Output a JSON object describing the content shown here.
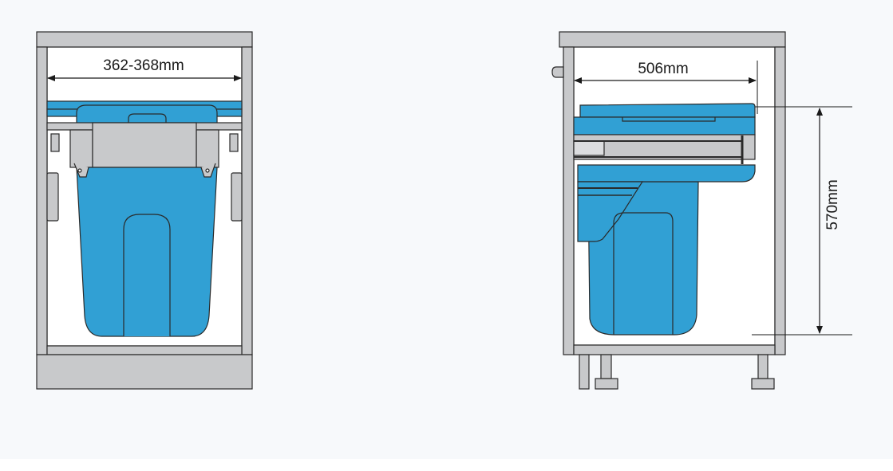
{
  "front_view": {
    "width_dimension": "362-368mm"
  },
  "side_view": {
    "depth_dimension": "506mm",
    "height_dimension": "570mm"
  },
  "colors": {
    "bin_blue": "#31a0d4",
    "cabinet_gray": "#c8c9cb",
    "outline": "#222222",
    "background": "#f7f9fb"
  }
}
